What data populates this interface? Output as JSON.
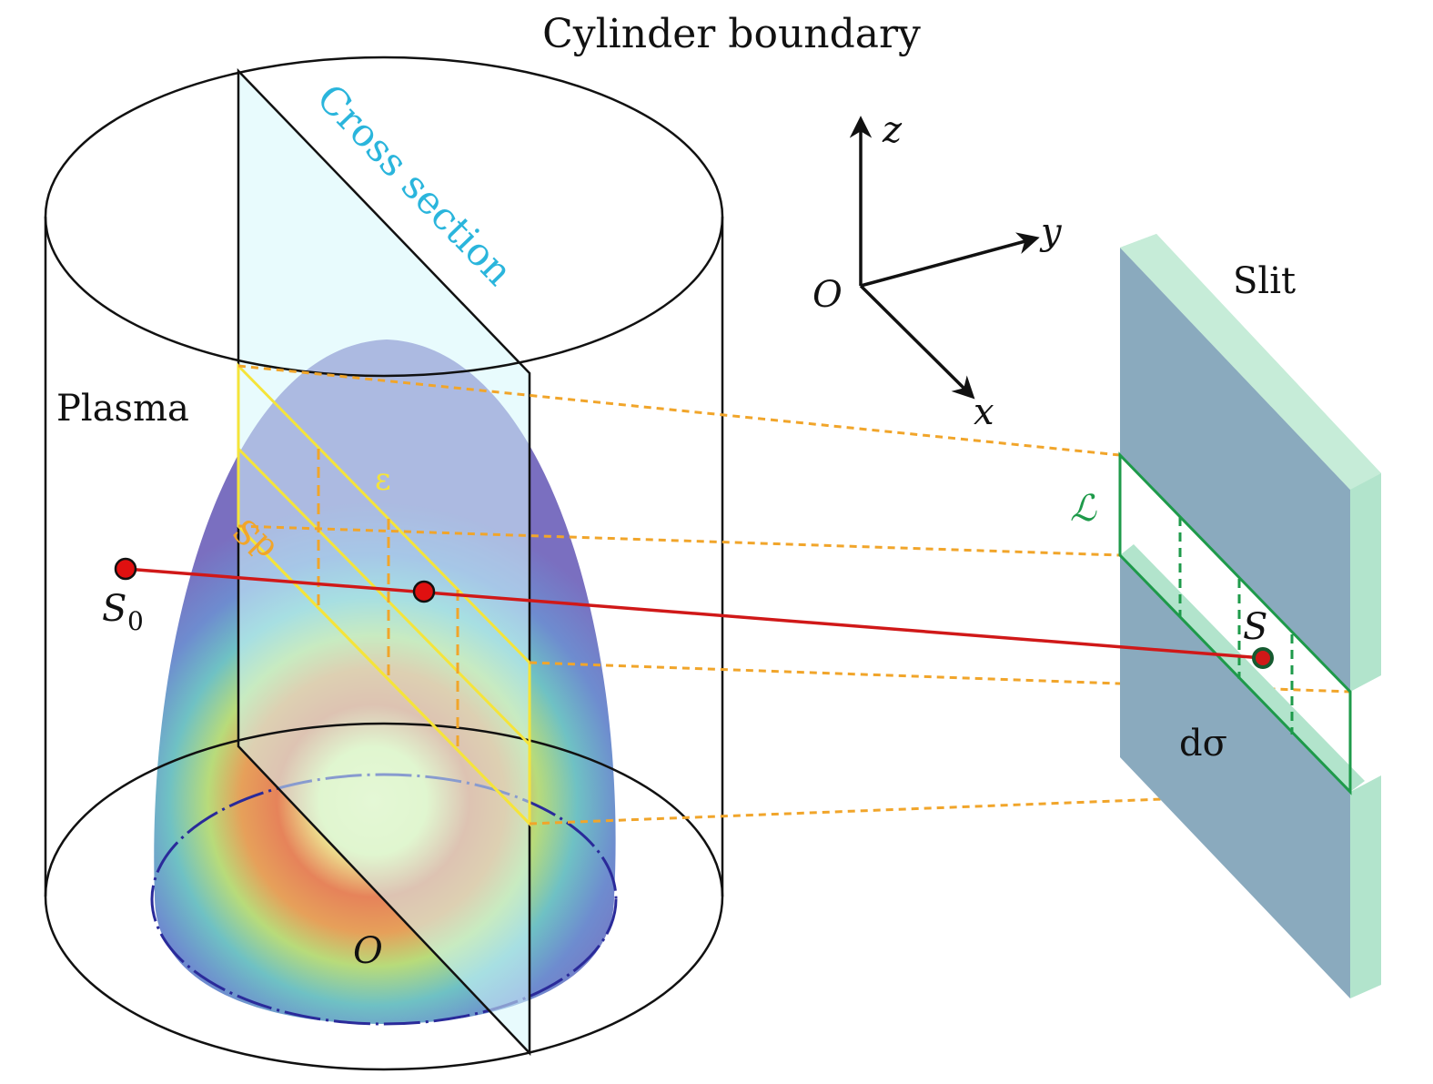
{
  "labels": {
    "cylinder_boundary": "Cylinder boundary",
    "cross_section": "Cross section",
    "plasma": "Plasma",
    "slit": "Slit",
    "origin_axes": "O",
    "origin_base": "O",
    "axis_x": "x",
    "axis_y": "y",
    "axis_z": "z",
    "s0": "S",
    "s0_sub": "0",
    "s_point": "S",
    "d_sigma": "dσ",
    "d_s": "dS",
    "epsilon": "ε",
    "script_l": "ℒ"
  },
  "colors": {
    "outline": "#111111",
    "cross_section_fill": "#d6f7fb",
    "cross_section_text": "#2ab5dc",
    "plasma_outer": "#7a6fc0",
    "plasma_core": "#f3f7a0",
    "plasma_ring": "#e4784e",
    "yellow_frame": "#f5e43a",
    "dashed_projection": "#f1a52a",
    "ray": "#d01818",
    "slit_face": "#8aaabe",
    "slit_side": "#b2e4cc",
    "slit_window": "#1e9a4a",
    "point_fill": "#e01010"
  }
}
